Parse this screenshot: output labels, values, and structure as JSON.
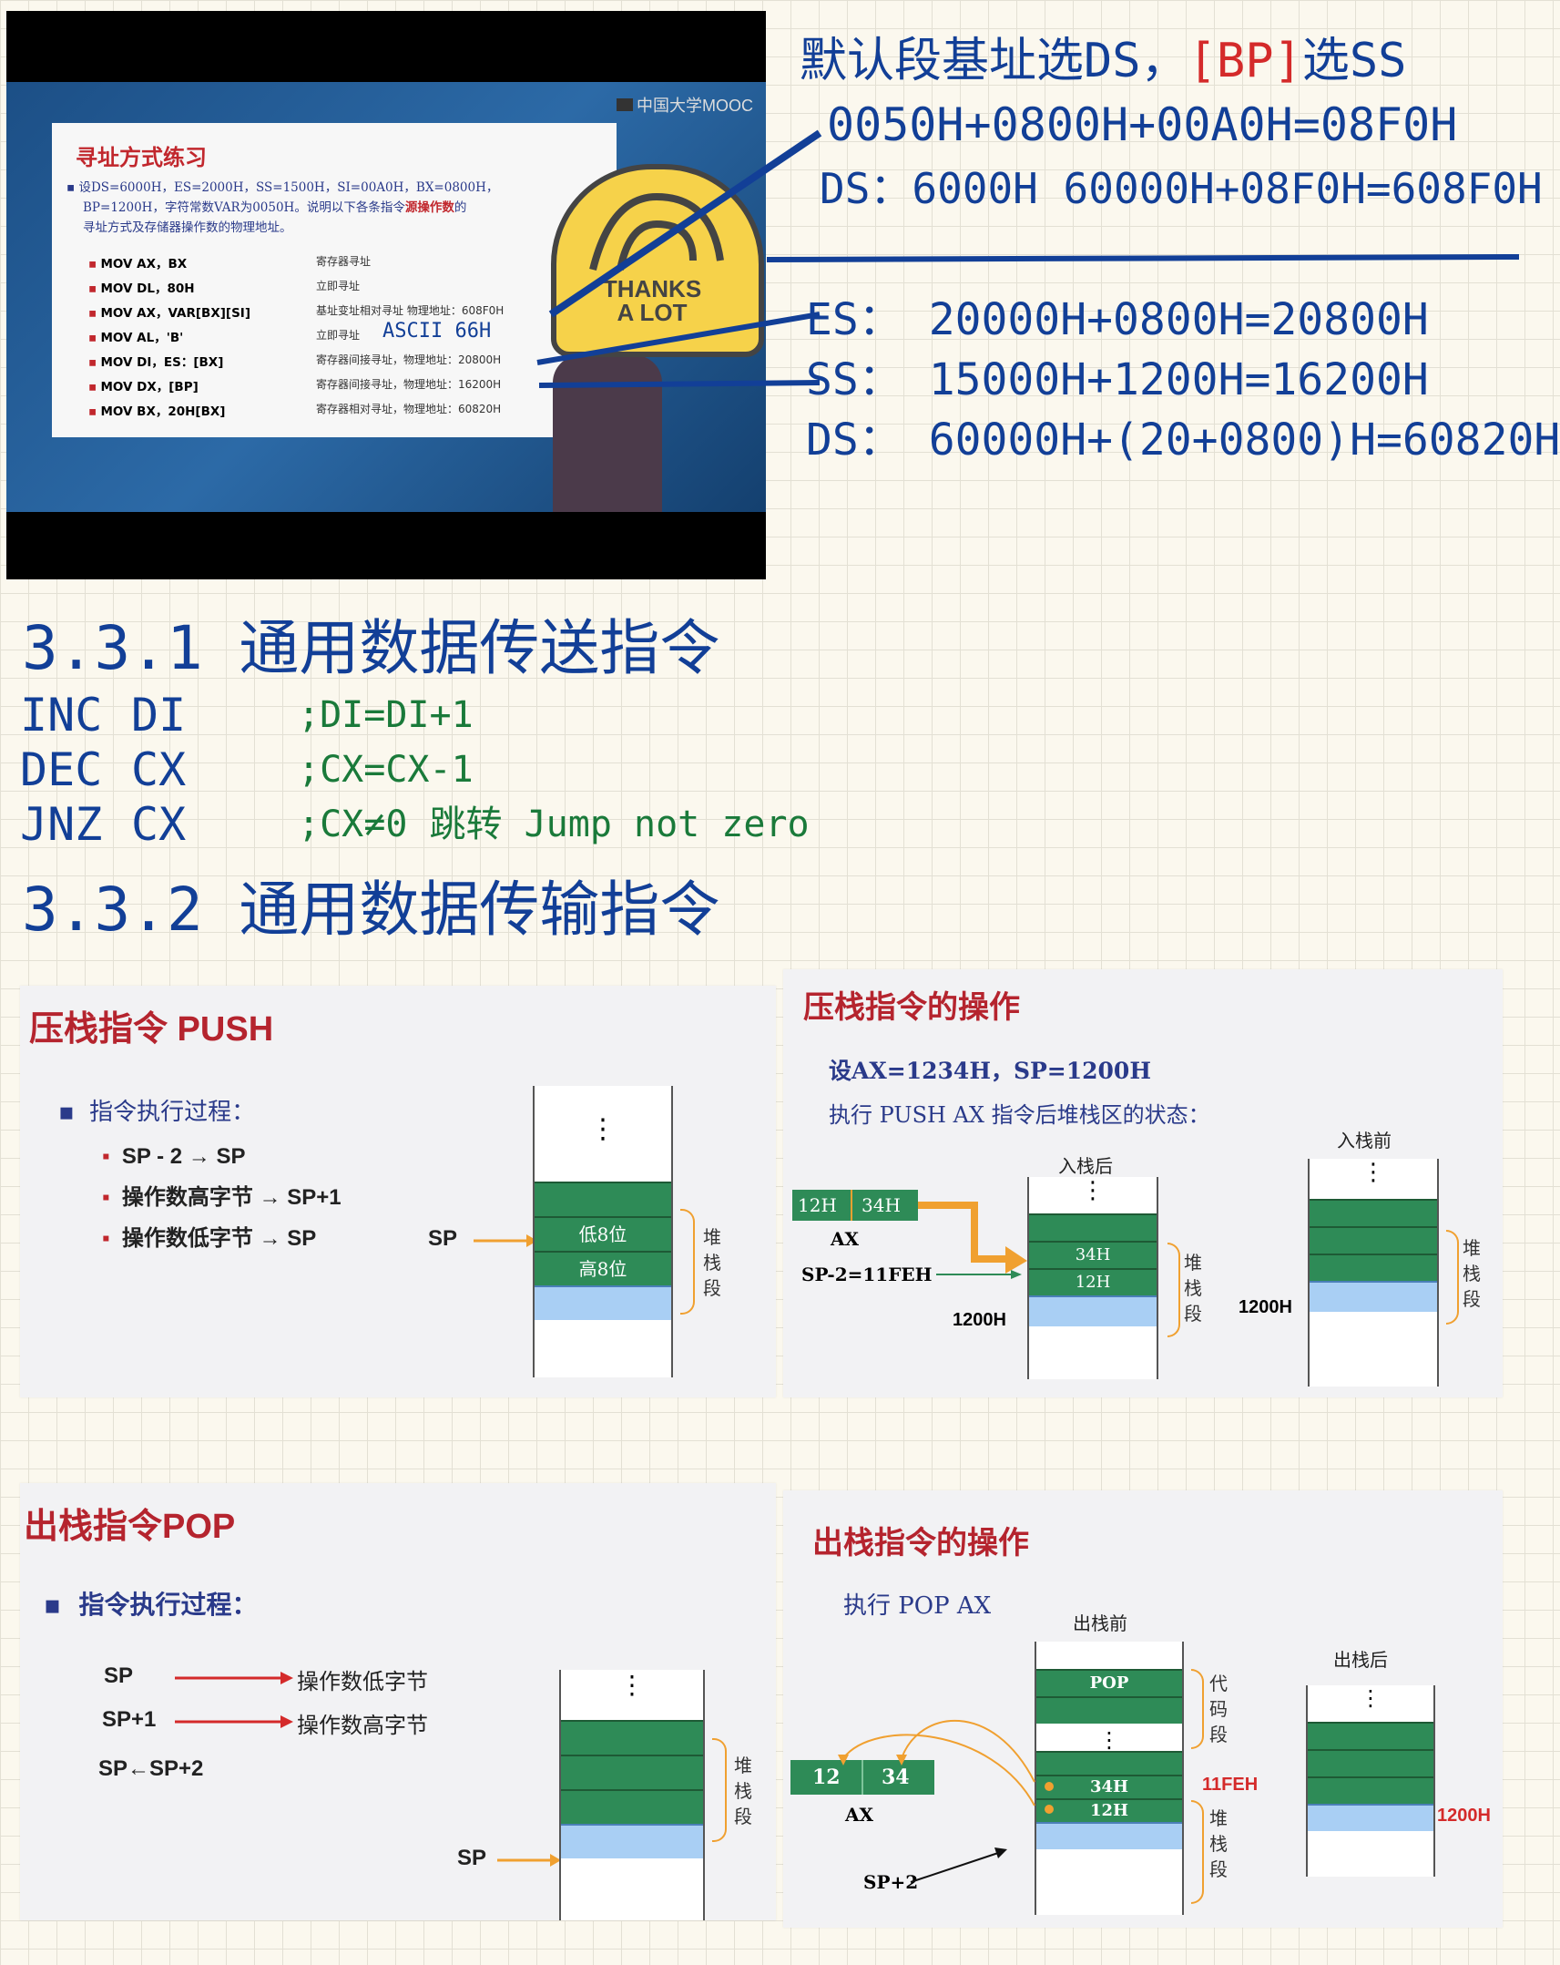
{
  "video_slide": {
    "brand": "中国大学MOOC",
    "title": "寻址方式练习",
    "intro_line1": "设DS=6000H，ES=2000H，SS=1500H，SI=00A0H，BX=0800H，",
    "intro_line2_a": "BP=1200H，字符常数VAR为0050H。说明以下各条指令",
    "intro_line2_red": "源操作数",
    "intro_line2_b": "的",
    "intro_line3": "寻址方式及存储器操作数的物理地址。",
    "rows": [
      {
        "instr": "MOV AX，BX",
        "desc": "寄存器寻址"
      },
      {
        "instr": "MOV DL，80H",
        "desc": "立即寻址"
      },
      {
        "instr": "MOV AX，VAR[BX][SI]",
        "desc": "基址变址相对寻址  物理地址：608F0H"
      },
      {
        "instr": "MOV AL，'B'",
        "desc": "立即寻址"
      },
      {
        "instr": "MOV DI，ES：[BX]",
        "desc": "寄存器间接寻址，物理地址：20800H"
      },
      {
        "instr": "MOV DX，[BP]",
        "desc": "寄存器间接寻址，物理地址：16200H"
      },
      {
        "instr": "MOV BX，20H[BX]",
        "desc": "寄存器相对寻址，物理地址：60820H"
      }
    ],
    "ascii_note": "ASCII 66H",
    "sticker_line1": "THANKS",
    "sticker_line2": "A LOT"
  },
  "notes_top": {
    "line1_a": "默认段基址选DS，",
    "line1_red": "[BP]",
    "line1_b": "选SS",
    "line2": "0050H+0800H+00A0H=08F0H",
    "line3": "DS：6000H  60000H+08F0H=608F0H",
    "line4": "ES：  20000H+0800H=20800H",
    "line5": "SS：  15000H+1200H=16200H",
    "line6": "DS：  60000H+(20+0800)H=60820H"
  },
  "notes_mid": {
    "heading1": "3.3.1 通用数据传送指令",
    "rows": [
      {
        "op": "INC",
        "arg": "DI",
        "comment": ";DI=DI+1"
      },
      {
        "op": "DEC",
        "arg": "CX",
        "comment": ";CX=CX-1"
      },
      {
        "op": "JNZ",
        "arg": "CX",
        "comment": ";CX≠0 跳转 Jump not zero"
      }
    ],
    "heading2": "3.3.2 通用数据传输指令"
  },
  "push_slide": {
    "title": "压栈指令 PUSH",
    "bullet": "指令执行过程：",
    "steps": [
      "SP - 2 → SP",
      "操作数高字节 → SP+1",
      "操作数低字节 →  SP"
    ],
    "sp": "SP",
    "cell_low": "低8位",
    "cell_high": "高8位",
    "dots": "⋮",
    "seg": [
      "堆",
      "栈",
      "段"
    ]
  },
  "push_op_slide": {
    "title": "压栈指令的操作",
    "line1": "设AX=1234H，SP=1200H",
    "line2": "执行 PUSH  AX  指令后堆栈区的状态：",
    "after_label": "入栈后",
    "before_label": "入栈前",
    "reg_high": "12H",
    "reg_low": "34H",
    "ax": "AX",
    "sp_minus": "SP-2=11FEH",
    "cell_34": "34H",
    "cell_12": "12H",
    "addr1": "1200H",
    "addr2": "1200H",
    "dots": "⋮",
    "seg": [
      "堆",
      "栈",
      "段"
    ]
  },
  "pop_slide": {
    "title": "出栈指令POP",
    "bullet": "指令执行过程：",
    "rows": [
      {
        "left": "SP",
        "right": "操作数低字节"
      },
      {
        "left": "SP+1",
        "right": "操作数高字节"
      }
    ],
    "sp_update": "SP←SP+2",
    "sp": "SP",
    "dots": "⋮",
    "seg": [
      "堆",
      "栈",
      "段"
    ]
  },
  "pop_op_slide": {
    "title": "出栈指令的操作",
    "line1": "执行 POP  AX",
    "before_label": "出栈前",
    "after_label": "出栈后",
    "reg_high": "12",
    "reg_low": "34",
    "ax": "AX",
    "pop_cell": "POP",
    "cell_34": "34H",
    "cell_12": "12H",
    "addr_red1": "11FEH",
    "addr_red2": "1200H",
    "sp_plus": "SP+2",
    "code_seg": [
      "代",
      "码",
      "段"
    ],
    "stack_seg": [
      "堆",
      "栈",
      "段"
    ],
    "dots": "⋮"
  }
}
